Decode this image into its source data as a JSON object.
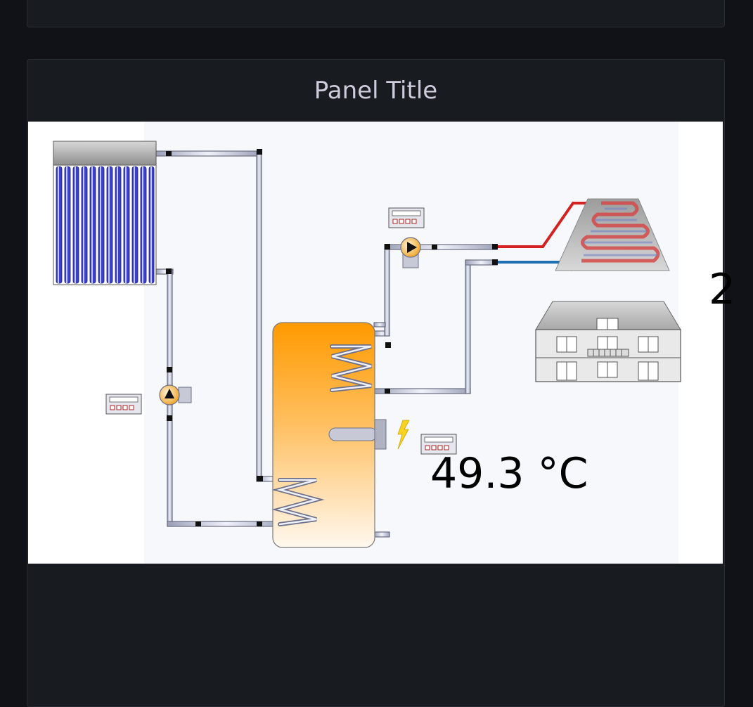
{
  "panel": {
    "title": "Panel Title"
  },
  "readouts": {
    "tank_temperature": "49.3 °C",
    "edge_value": "2"
  },
  "icons": {
    "collector": "solar-collector-icon",
    "tank": "storage-tank-icon",
    "pump": "pump-icon",
    "controller": "controller-icon",
    "heater": "electric-heater-icon",
    "floor_heating": "floor-heating-icon",
    "house": "house-icon"
  },
  "colors": {
    "background": "#111217",
    "panel": "#181b1f",
    "title": "#ccccdc",
    "supply_line": "#d42020",
    "return_line": "#1f6fb0",
    "tank_top": "#ff9a00",
    "collector_tube": "#3a40c8"
  }
}
